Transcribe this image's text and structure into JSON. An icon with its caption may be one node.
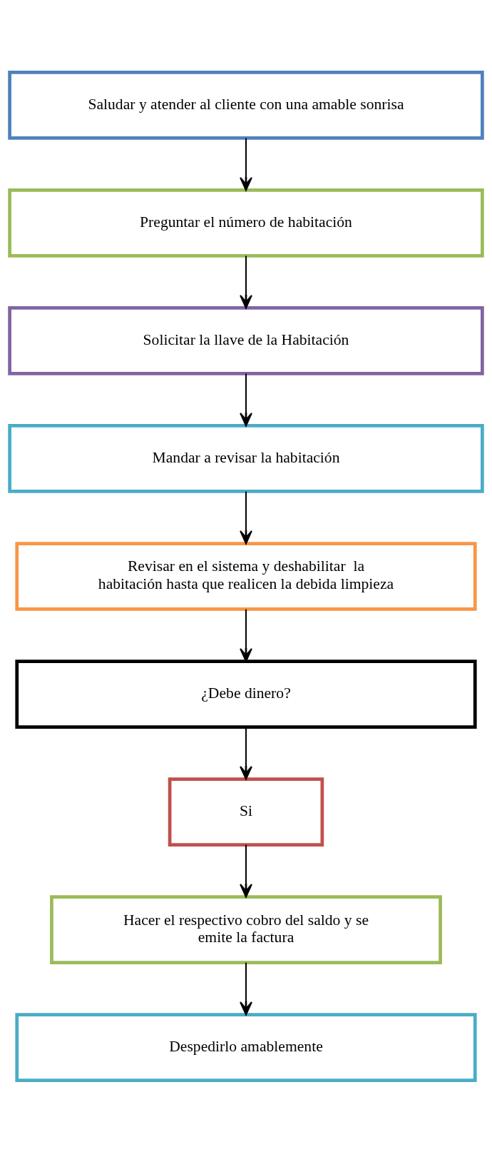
{
  "diagram": {
    "nodes": [
      {
        "text": [
          "Saludar y atender al cliente con una amable sonrisa"
        ]
      },
      {
        "text": [
          "Preguntar el número de habitación"
        ]
      },
      {
        "text": [
          "Solicitar la llave de la Habitación"
        ]
      },
      {
        "text": [
          "Mandar a revisar la habitación"
        ]
      },
      {
        "text": [
          "Revisar en el sistema y deshabilitar  la habitación hasta que realicen la debida limpieza"
        ]
      },
      {
        "text": [
          "¿Debe dinero?"
        ]
      },
      {
        "text": [
          "Si"
        ]
      },
      {
        "text": [
          "Hacer el respectivo cobro del saldo y se emite la factura"
        ]
      },
      {
        "text": [
          "Despedirlo amablemente"
        ]
      }
    ],
    "edges": [
      {
        "from": 0,
        "to": 1,
        "arrow": "to"
      },
      {
        "from": 1,
        "to": 2,
        "arrow": "to"
      },
      {
        "from": 2,
        "to": 3,
        "arrow": "to"
      },
      {
        "from": 3,
        "to": 4,
        "arrow": "to"
      },
      {
        "from": 4,
        "to": 5,
        "arrow": "to"
      },
      {
        "from": 5,
        "to": 6,
        "arrow": "to"
      },
      {
        "from": 6,
        "to": 7,
        "arrow": "to"
      },
      {
        "from": 7,
        "to": 8,
        "arrow": "to"
      }
    ]
  }
}
